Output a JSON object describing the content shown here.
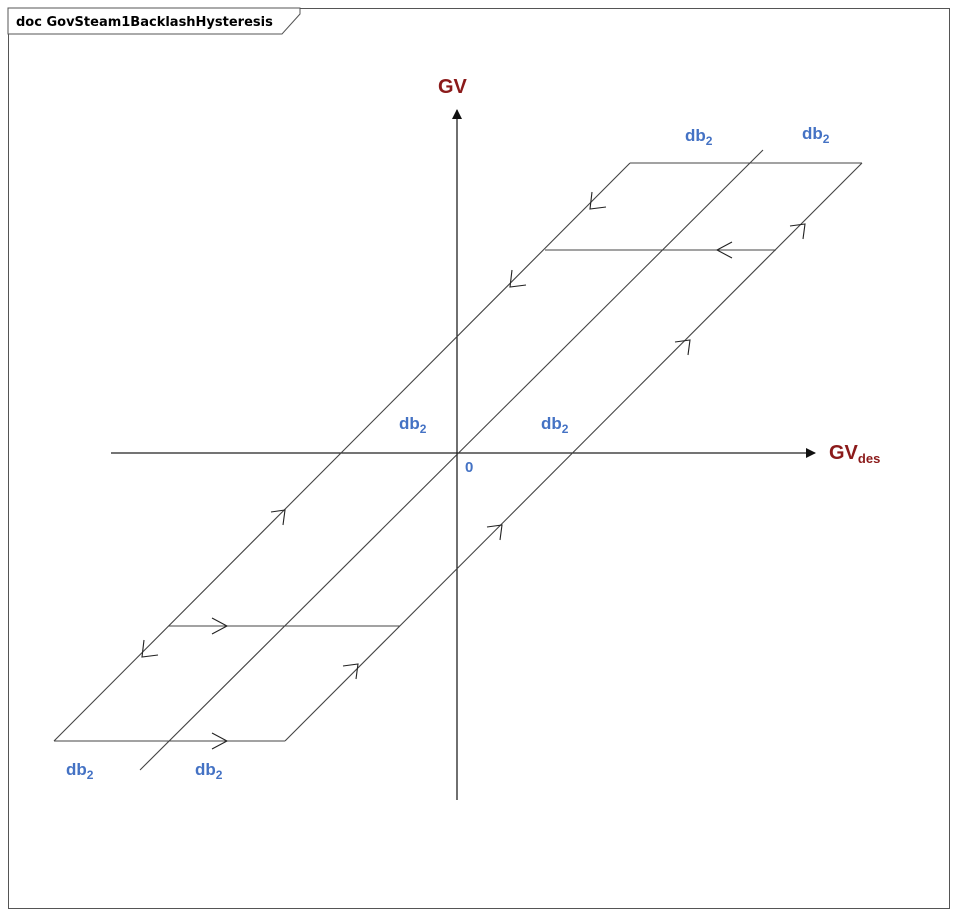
{
  "header": {
    "title": "doc GovSteam1BacklashHysteresis"
  },
  "axes": {
    "y_label": "GV",
    "x_label_main": "GV",
    "x_label_sub": "des",
    "origin_label": "0"
  },
  "deadband_label": {
    "main": "db",
    "sub": "2"
  },
  "colors": {
    "axis_label": "#8b1a1a",
    "deadband_label": "#4472c4",
    "line": "#444444"
  }
}
